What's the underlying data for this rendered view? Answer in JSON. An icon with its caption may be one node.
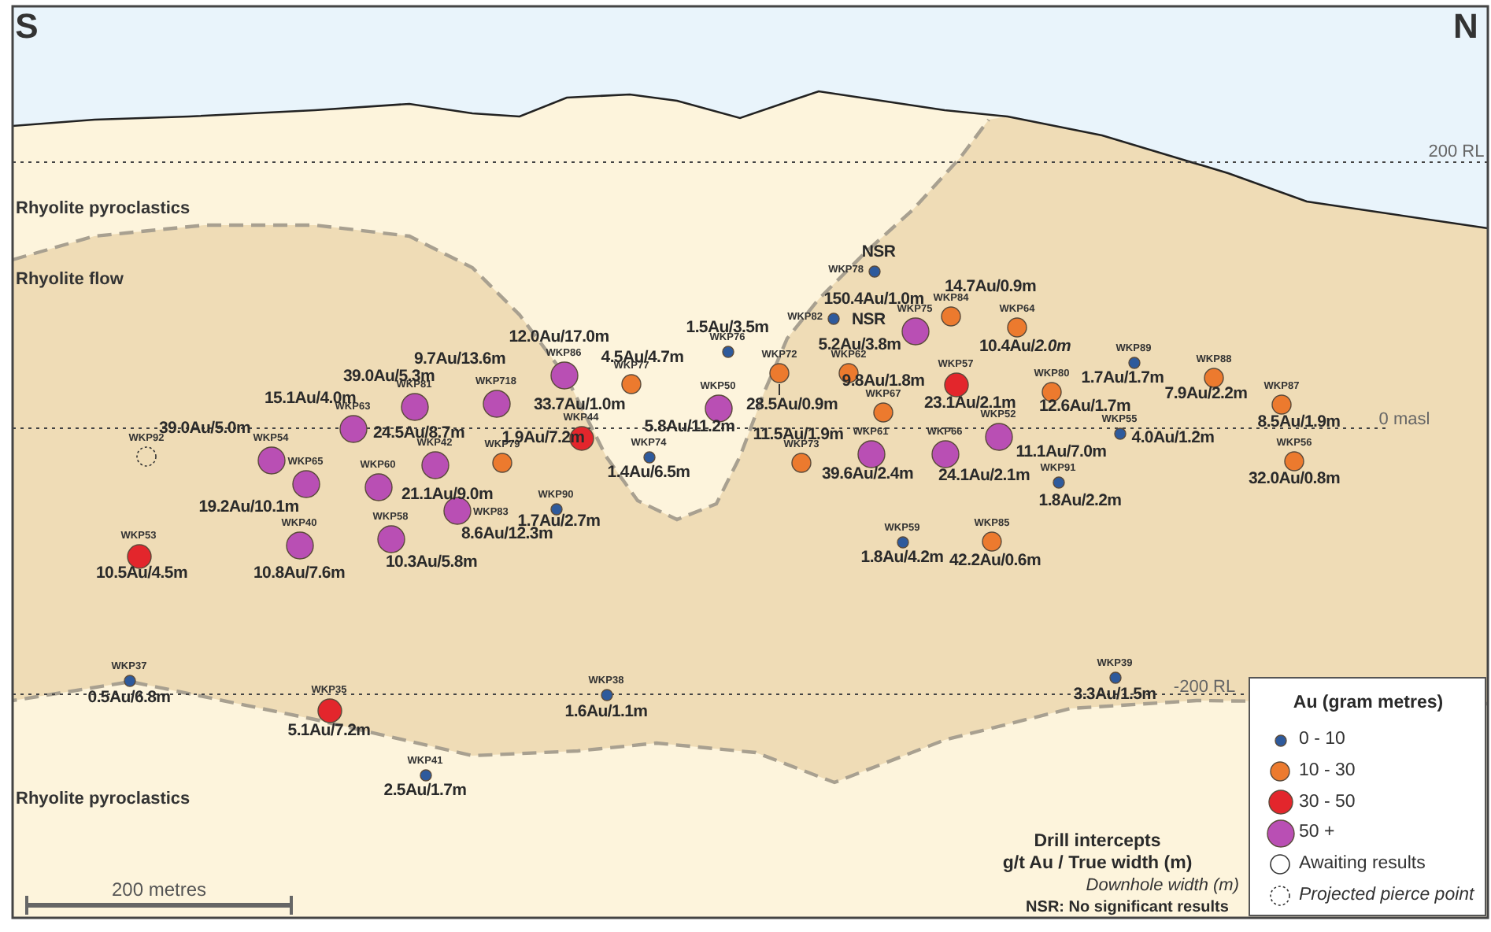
{
  "diagram": {
    "nodes": [
      {
        "text": [],
        "shape": "circle",
        "beside": [
          "WKP78"
        ]
      },
      {
        "text": [],
        "shape": "circle",
        "beside": [
          "WKP82"
        ]
      },
      {
        "text": [],
        "shape": "circle",
        "beside": [
          "WKP84"
        ]
      },
      {
        "text": [],
        "shape": "circle",
        "beside": [
          "WKP75"
        ]
      },
      {
        "text": [],
        "shape": "circle",
        "beside": [
          "WKP64"
        ]
      },
      {
        "text": [],
        "shape": "circle",
        "beside": [
          "WKP76"
        ]
      },
      {
        "text": [],
        "shape": "circle",
        "beside": [
          "WKP89"
        ]
      },
      {
        "text": [],
        "shape": "circle",
        "beside": [
          "WKP86"
        ]
      },
      {
        "text": [],
        "shape": "circle",
        "beside": [
          "WKP72"
        ]
      },
      {
        "text": [],
        "shape": "circle",
        "beside": [
          "WKP62"
        ]
      },
      {
        "text": [],
        "shape": "circle",
        "beside": [
          "WKP88"
        ]
      },
      {
        "text": [],
        "shape": "circle",
        "beside": [
          "WKP77"
        ]
      },
      {
        "text": [],
        "shape": "circle",
        "beside": [
          "WKP57"
        ]
      },
      {
        "text": [],
        "shape": "circle",
        "beside": [
          "WKP80"
        ]
      },
      {
        "text": [],
        "shape": "circle",
        "beside": [
          "WKP718"
        ]
      },
      {
        "text": [],
        "shape": "circle",
        "beside": [
          "WKP81"
        ]
      },
      {
        "text": [],
        "shape": "circle",
        "beside": [
          "WKP87"
        ]
      },
      {
        "text": [],
        "shape": "circle",
        "beside": [
          "WKP50"
        ]
      },
      {
        "text": [],
        "shape": "circle",
        "beside": [
          "WKP67"
        ]
      },
      {
        "text": [],
        "shape": "circle",
        "beside": [
          "WKP63"
        ]
      },
      {
        "text": [],
        "shape": "circle",
        "beside": [
          "WKP55"
        ]
      },
      {
        "text": [],
        "shape": "circle",
        "beside": [
          "WKP52"
        ]
      },
      {
        "text": [],
        "shape": "circle",
        "beside": [
          "WKP44"
        ]
      },
      {
        "text": [],
        "shape": "circle",
        "beside": [
          "WKP61"
        ]
      },
      {
        "text": [],
        "shape": "circle",
        "beside": [
          "WKP66"
        ]
      },
      {
        "text": [],
        "shape": "circle",
        "beside": [
          "WKP92"
        ]
      },
      {
        "text": [],
        "shape": "circle",
        "beside": [
          "WKP74"
        ]
      },
      {
        "text": [],
        "shape": "circle",
        "beside": [
          "WKP54"
        ]
      },
      {
        "text": [],
        "shape": "circle",
        "beside": [
          "WKP56"
        ]
      },
      {
        "text": [],
        "shape": "circle",
        "beside": [
          "WKP73"
        ]
      },
      {
        "text": [],
        "shape": "circle",
        "beside": [
          "WKP79"
        ]
      },
      {
        "text": [],
        "shape": "circle",
        "beside": [
          "WKP42"
        ]
      },
      {
        "text": [],
        "shape": "circle",
        "beside": [
          "WKP91"
        ]
      },
      {
        "text": [],
        "shape": "circle",
        "beside": [
          "WKP65"
        ]
      },
      {
        "text": [],
        "shape": "circle",
        "beside": [
          "WKP60"
        ]
      },
      {
        "text": [],
        "shape": "circle",
        "beside": [
          "WKP90"
        ]
      },
      {
        "text": [],
        "shape": "circle",
        "beside": [
          "WKP83"
        ]
      },
      {
        "text": [],
        "shape": "circle",
        "beside": [
          "WKP58"
        ]
      },
      {
        "text": [],
        "shape": "circle",
        "beside": [
          "WKP59"
        ]
      },
      {
        "text": [],
        "shape": "circle",
        "beside": [
          "WKP85"
        ]
      },
      {
        "text": [],
        "shape": "circle",
        "beside": [
          "WKP40"
        ]
      },
      {
        "text": [],
        "shape": "circle",
        "beside": [
          "WKP53"
        ]
      },
      {
        "text": [],
        "shape": "circle",
        "beside": [
          "WKP39"
        ]
      },
      {
        "text": [],
        "shape": "circle",
        "beside": [
          "WKP37"
        ]
      },
      {
        "text": [],
        "shape": "circle",
        "beside": [
          "WKP38"
        ]
      },
      {
        "text": [],
        "shape": "circle",
        "beside": [
          "WKP35"
        ]
      },
      {
        "text": [],
        "shape": "circle",
        "beside": [
          "WKP41"
        ]
      }
    ],
    "labels": [
      "S",
      "N",
      "200 RL",
      "Rhyolite pyroclastics",
      "Rhyolite flow",
      "NSR",
      "14.7Au/0.9m",
      "150.4Au/1.0m",
      "NSR",
      "1.5Au/3.5m",
      "12.0Au/17.0m",
      "5.2Au/3.8m",
      "10.4Au/*2.0m*",
      "4.5Au/4.7m",
      "9.7Au/13.6m",
      "1.7Au/1.7m",
      "39.0Au/5.3m",
      "9.8Au/1.8m",
      "7.9Au/2.2m",
      "15.1Au/4.0m",
      "23.1Au/2.1m",
      "33.7Au/1.0m",
      "28.5Au/0.9m",
      "12.6Au/1.7m",
      "8.5Au/1.9m",
      "39.0Au/5.0m",
      "5.8Au/11.2m",
      "0 masl",
      "24.5Au/8.7m",
      "11.5Au/1.9m",
      "1.9Au/7.2m",
      "4.0Au/1.2m",
      "11.1Au/7.0m",
      "1.4Au/6.5m",
      "39.6Au/2.4m",
      "24.1Au/2.1m",
      "32.0Au/0.8m",
      "21.1Au/9.0m",
      "1.8Au/2.2m",
      "19.2Au/10.1m",
      "1.7Au/2.7m",
      "8.6Au/12.3m",
      "1.8Au/4.2m",
      "42.2Au/0.6m",
      "10.3Au/5.8m",
      "10.5Au/4.5m",
      "10.8Au/7.6m",
      "-200 RL",
      "3.3Au/1.5m",
      "0.5Au/6.8m",
      "1.6Au/1.1m",
      "5.1Au/7.2m",
      "2.5Au/1.7m",
      "Rhyolite pyroclastics",
      "Drill intercepts",
      "g/t Au / True width (m)",
      "Downhole width (m)",
      "NSR: No significant results",
      "200 metres",
      "Au (gram metres)"
    ],
    "legend": [
      {
        "text": "0 - 10",
        "color": "#2e5a9c"
      },
      {
        "text": "10 - 30",
        "color": "#ec7a2e"
      },
      {
        "text": "30 - 50",
        "color": "#e3262c"
      },
      {
        "text": "50 +",
        "color": "#b94fb4"
      },
      {
        "text": "Awaiting results"
      },
      {
        "text": "Projected pierce point"
      }
    ]
  }
}
